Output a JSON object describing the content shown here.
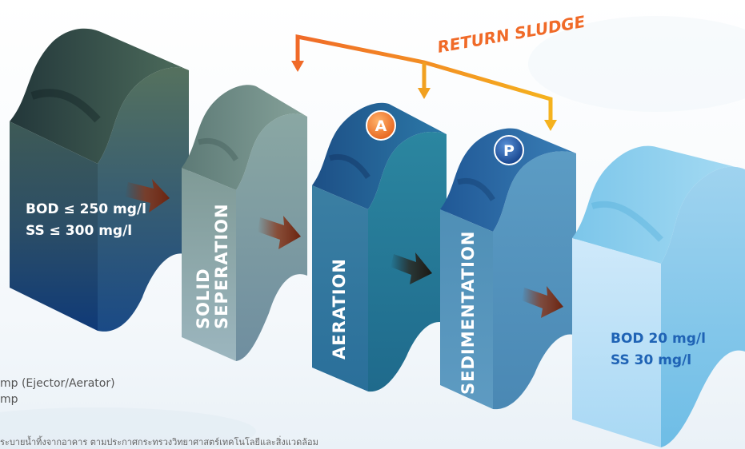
{
  "return_label": "RETURN SLUDGE",
  "badges": {
    "a": "A",
    "p": "P"
  },
  "influent": {
    "line1": "BOD ≤  250 mg/l",
    "line2": "SS ≤ 300 mg/l"
  },
  "effluent": {
    "line1": "BOD 20 mg/l",
    "line2": "SS 30 mg/l"
  },
  "stages": {
    "solid_line1": "SOLID",
    "solid_line2": "SEPERATION",
    "aeration": "AERATION",
    "sedimentation": "SEDIMENTATION"
  },
  "notes": {
    "line1": "mp (Ejector/Aerator)",
    "line2": "mp",
    "thai": "ระบายน้ำทิ้งจากอาคาร ตามประกาศกระทรวงวิทยาศาสตร์เทคโนโลยีและสิ่งแวดล้อม"
  },
  "colors": {
    "return_arrow": "#f07a2a",
    "badge_a": "#f07a2a",
    "badge_p": "#1c5aa8",
    "effluent_text": "#1f63b5",
    "flow_arrow": "#7a2a12"
  }
}
